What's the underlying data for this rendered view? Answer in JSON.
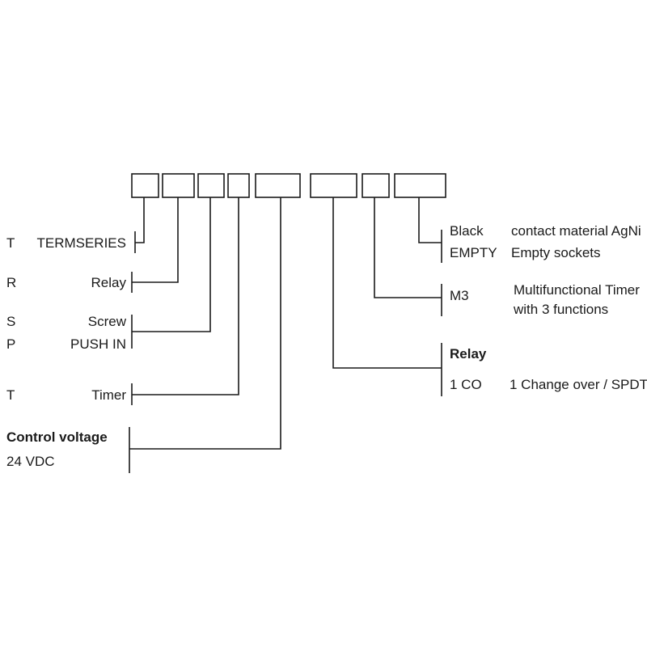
{
  "diagram": {
    "colors": {
      "background": "#ffffff",
      "line": "#1a1a1a",
      "text": "#1a1a1a"
    },
    "left": {
      "termseries": {
        "code": "T",
        "label": "TERMSERIES"
      },
      "relay": {
        "code": "R",
        "label": "Relay"
      },
      "screw": {
        "code": "S",
        "label": "Screw"
      },
      "push_in": {
        "code": "P",
        "label": "PUSH IN"
      },
      "timer": {
        "code": "T",
        "label": "Timer"
      },
      "control_voltage": {
        "title": "Control voltage",
        "value": "24 VDC"
      }
    },
    "right": {
      "contact": {
        "code": "Black",
        "desc": "contact material AgNi"
      },
      "empty": {
        "code": "EMPTY",
        "desc": "Empty sockets"
      },
      "timer_function": {
        "code": "M3",
        "desc_line1": "Multifunctional Timer",
        "desc_line2": "with 3 functions"
      },
      "output": {
        "title": "Relay",
        "code": "1 CO",
        "desc": "1 Change over / SPDT"
      }
    }
  }
}
